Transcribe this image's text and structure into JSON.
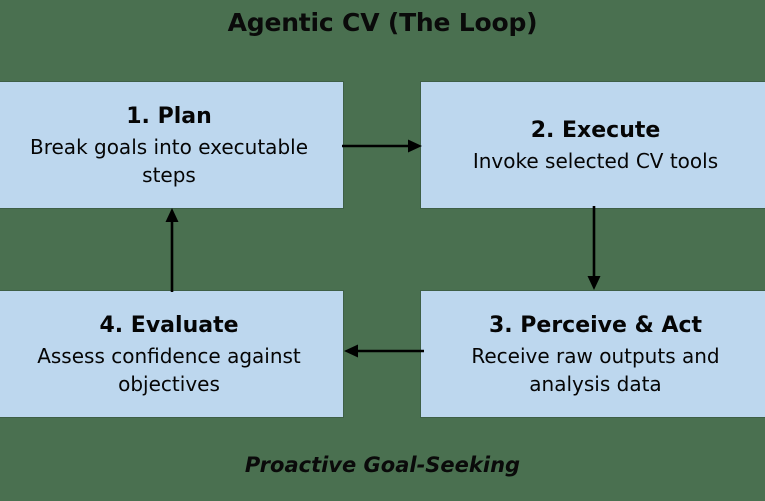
{
  "diagram": {
    "title": "Agentic CV (The Loop)",
    "caption": "Proactive Goal-Seeking",
    "colors": {
      "background": "#4a7050",
      "box_fill": "#bdd7ee",
      "box_border": "#3e5f46",
      "text": "#050505",
      "arrow": "#000000"
    },
    "nodes": [
      {
        "id": "plan",
        "step_title": "1. Plan",
        "step_desc": "Break goals into executable steps"
      },
      {
        "id": "execute",
        "step_title": "2. Execute",
        "step_desc": "Invoke selected CV tools"
      },
      {
        "id": "perceive",
        "step_title": "3. Perceive & Act",
        "step_desc": "Receive raw outputs and analysis data"
      },
      {
        "id": "evaluate",
        "step_title": "4. Evaluate",
        "step_desc": "Assess confidence against objectives"
      }
    ],
    "edges": [
      {
        "id": "plan-to-execute",
        "from": "plan",
        "to": "execute",
        "direction": "right",
        "label": ""
      },
      {
        "id": "execute-to-perceive",
        "from": "execute",
        "to": "perceive",
        "direction": "down",
        "label": ""
      },
      {
        "id": "perceive-to-evaluate",
        "from": "perceive",
        "to": "evaluate",
        "direction": "left",
        "label": ""
      },
      {
        "id": "evaluate-to-plan",
        "from": "evaluate",
        "to": "plan",
        "direction": "up",
        "label": ""
      }
    ]
  }
}
